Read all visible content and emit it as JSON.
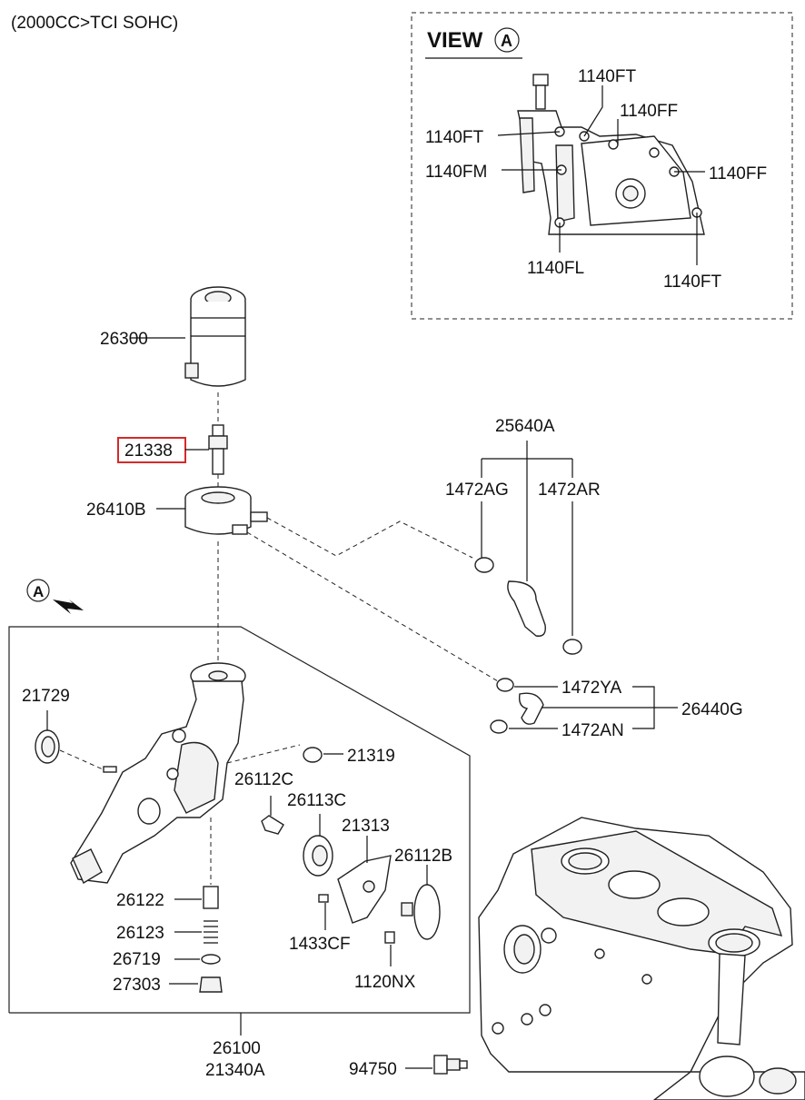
{
  "header": {
    "engine_spec": "(2000CC>TCI SOHC)"
  },
  "view_box": {
    "title": "VIEW",
    "marker": "A",
    "labels": [
      "1140FT",
      "1140FF",
      "1140FT",
      "1140FM",
      "1140FF",
      "1140FL",
      "1140FT"
    ]
  },
  "view_marker": {
    "letter": "A"
  },
  "parts": {
    "p26300": "26300",
    "p21338": "21338",
    "p26410B": "26410B",
    "p25640A": "25640A",
    "p1472AG": "1472AG",
    "p1472AR": "1472AR",
    "p1472YA": "1472YA",
    "p26440G": "26440G",
    "p1472AN": "1472AN",
    "p21729": "21729",
    "p21319": "21319",
    "p26112C": "26112C",
    "p26113C": "26113C",
    "p21313": "21313",
    "p26112B": "26112B",
    "p26122": "26122",
    "p26123": "26123",
    "p26719": "26719",
    "p27303": "27303",
    "p1433CF": "1433CF",
    "p1120NX": "1120NX",
    "p26100": "26100",
    "p21340A": "21340A",
    "p94750": "94750"
  },
  "highlighted_part": "21338",
  "colors": {
    "highlight": "#d42a2a",
    "line": "#222222"
  }
}
